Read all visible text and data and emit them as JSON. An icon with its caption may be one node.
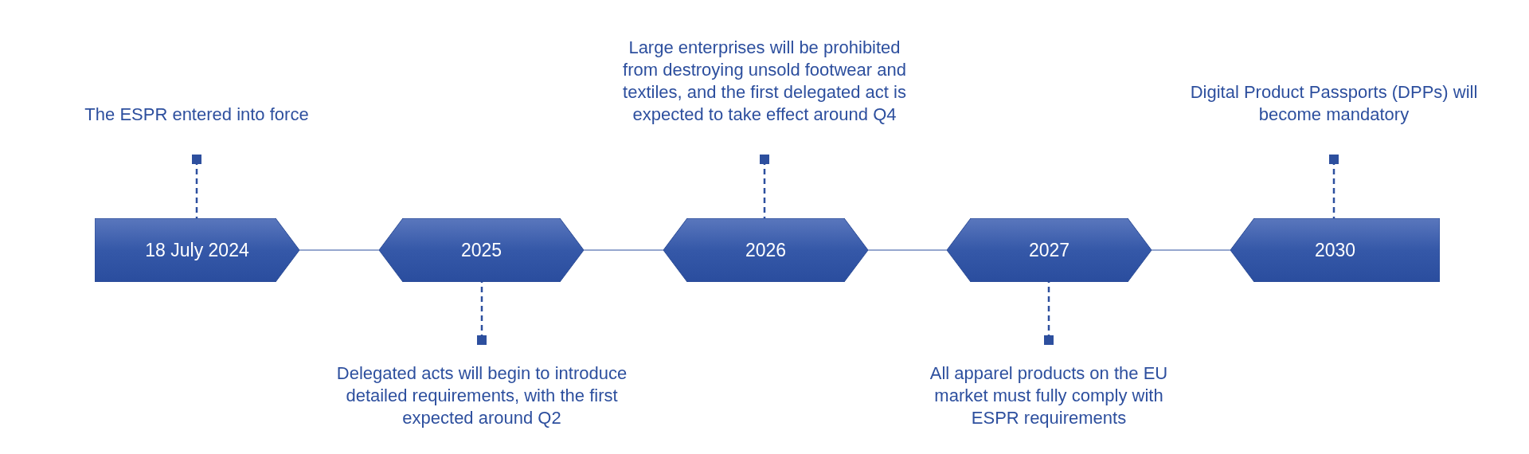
{
  "diagram": {
    "nodes": [
      {
        "text": [
          "18 July 2024"
        ]
      },
      {
        "text": [
          "2025"
        ]
      },
      {
        "text": [
          "2026"
        ]
      },
      {
        "text": [
          "2027"
        ]
      },
      {
        "text": [
          "2030"
        ]
      },
      {
        "text": [
          "The ESPR entered into force"
        ]
      },
      {
        "text": [
          "Delegated acts will begin to introduce detailed requirements, with the first expected around Q2"
        ]
      },
      {
        "text": [
          "Large enterprises will be prohibited from destroying unsold footwear and textiles, and the first delegated act is expected to take effect around Q4"
        ]
      },
      {
        "text": [
          "All apparel products on the EU market must fully comply with ESPR requirements"
        ]
      },
      {
        "text": [
          "Digital Product Passports (DPPs) will become mandatory"
        ]
      }
    ],
    "edges": [
      {
        "from": 0,
        "to": 1,
        "arrow": "none"
      },
      {
        "from": 1,
        "to": 2,
        "arrow": "none"
      },
      {
        "from": 2,
        "to": 3,
        "arrow": "none"
      },
      {
        "from": 3,
        "to": 4,
        "arrow": "none"
      },
      {
        "from": 5,
        "to": 0,
        "arrow": "other",
        "style": "dashed"
      },
      {
        "from": 6,
        "to": 1,
        "arrow": "other",
        "style": "dashed"
      },
      {
        "from": 7,
        "to": 2,
        "arrow": "other",
        "style": "dashed"
      },
      {
        "from": 8,
        "to": 3,
        "arrow": "other",
        "style": "dashed"
      },
      {
        "from": 9,
        "to": 4,
        "arrow": "other",
        "style": "dashed"
      }
    ]
  }
}
